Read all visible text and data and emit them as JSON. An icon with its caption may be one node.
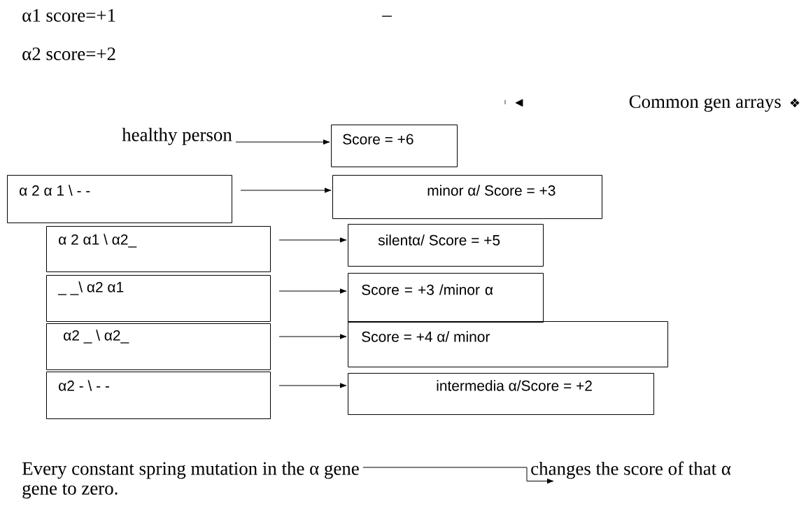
{
  "diagram": {
    "nodes": [
      {
        "text": [
          "healthy person"
        ]
      },
      {
        "text": [
          "Score = +6"
        ]
      },
      {
        "text": [
          "α 2 α 1 \\ -   -"
        ]
      },
      {
        "text": [
          "minor α/ Score = +3"
        ]
      },
      {
        "text": [
          "α 2 α1    \\ α2_"
        ]
      },
      {
        "text": [
          "silentα/ Score = +5"
        ]
      },
      {
        "text": [
          "_ _\\ α2  α1"
        ]
      },
      {
        "text": [
          "Score = +3   /minor α"
        ]
      },
      {
        "text": [
          "α2   _    \\ α2_"
        ]
      },
      {
        "text": [
          "Score = +4   α/ minor"
        ]
      },
      {
        "text": [
          "α2  -    \\ -     -"
        ]
      },
      {
        "text": [
          "intermedia   α/Score = +2"
        ]
      },
      {
        "text": [
          "Every constant spring mutation in the α gene"
        ]
      },
      {
        "text": [
          "changes the score of that α"
        ]
      }
    ],
    "edges": [
      {
        "from": 0,
        "to": 1,
        "arrow": "to"
      },
      {
        "from": 2,
        "to": 3,
        "arrow": "to"
      },
      {
        "from": 4,
        "to": 5,
        "arrow": "to"
      },
      {
        "from": 6,
        "to": 7,
        "arrow": "to"
      },
      {
        "from": 8,
        "to": 9,
        "arrow": "to"
      },
      {
        "from": 10,
        "to": 11,
        "arrow": "to"
      },
      {
        "from": 12,
        "to": 13,
        "arrow": "to"
      }
    ],
    "labels": [
      "α1 score=+1",
      "–",
      "α2 score=+2",
      "Common gen arrays",
      "❖",
      "gene to zero."
    ]
  }
}
